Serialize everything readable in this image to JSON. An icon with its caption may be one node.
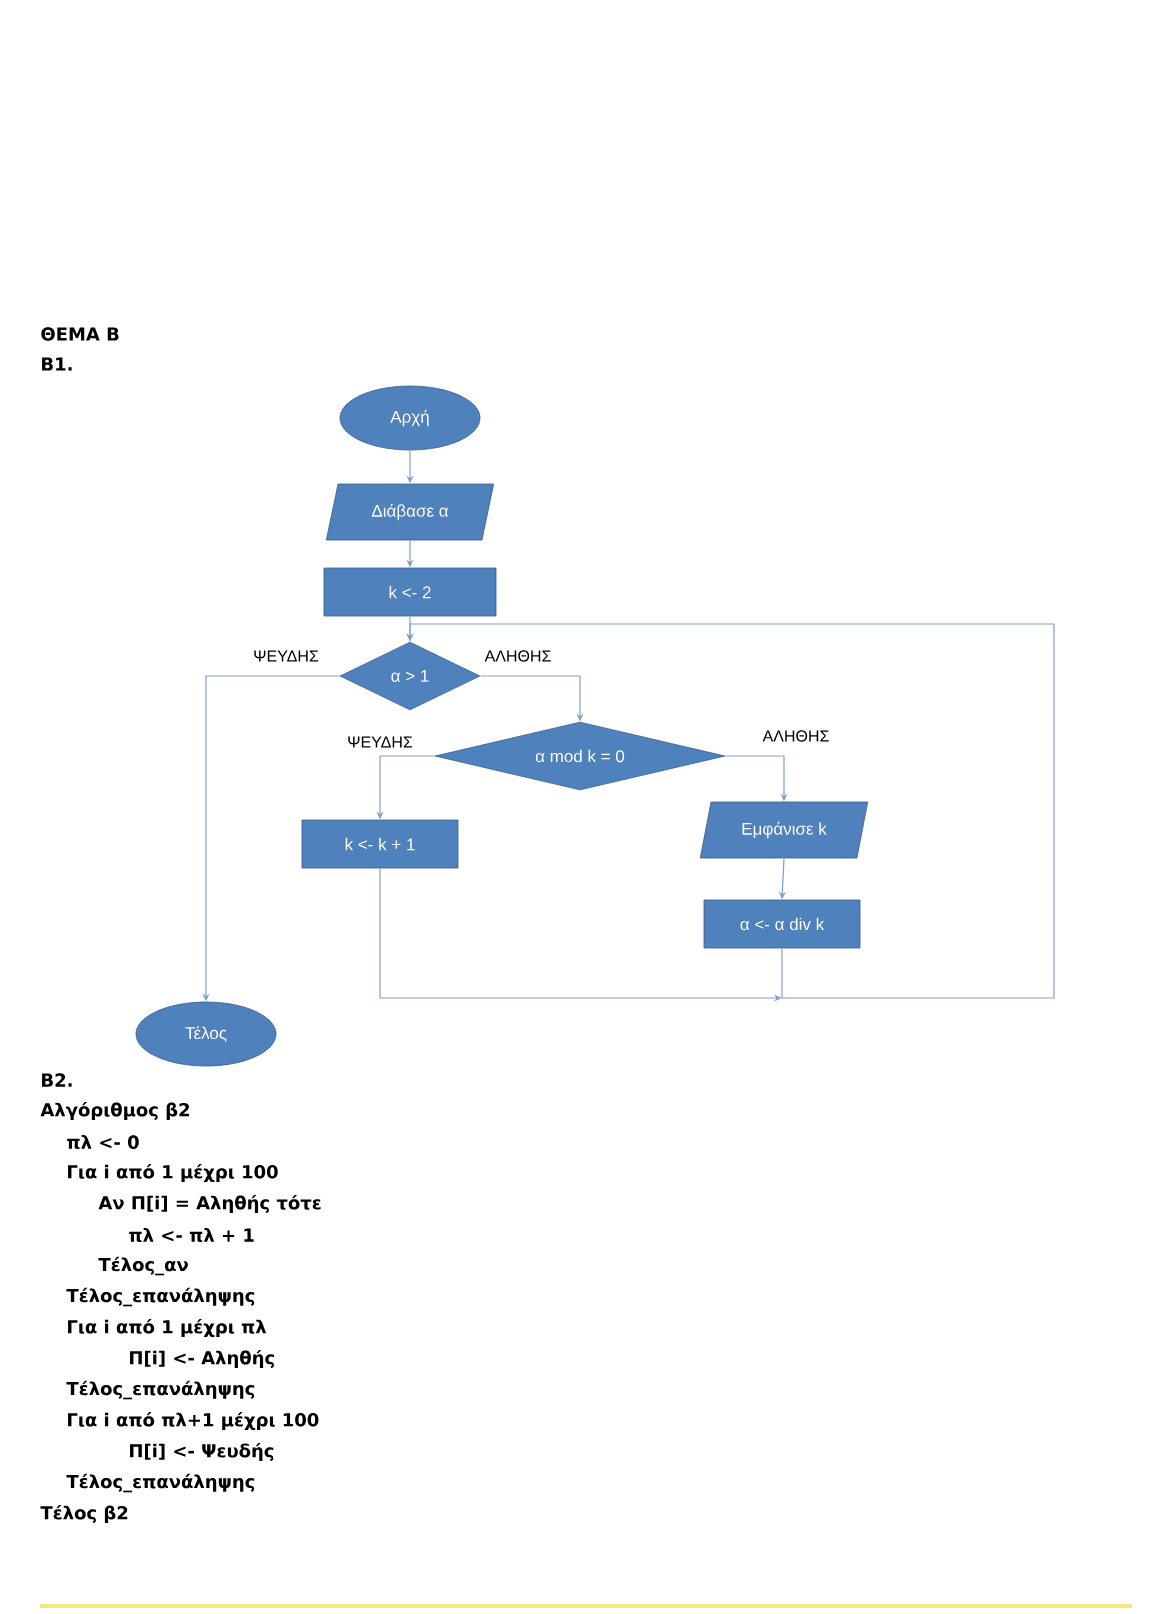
{
  "diagram": {
    "nodes": [
      {
        "text": [
          "Αρχή"
        ]
      },
      {
        "text": [
          "Διάβασε α"
        ]
      },
      {
        "text": [
          "k <- 2"
        ]
      },
      {
        "text": [
          "α > 1"
        ]
      },
      {
        "text": [
          "α mod k = 0"
        ]
      },
      {
        "text": [
          "k <- k + 1"
        ]
      },
      {
        "text": [
          "Εμφάνισε k"
        ]
      },
      {
        "text": [
          "α <- α div k"
        ]
      },
      {
        "text": [
          "Τέλος"
        ]
      }
    ],
    "edges": [
      {
        "from": 0,
        "to": 1,
        "arrow": "to"
      },
      {
        "from": 1,
        "to": 2,
        "arrow": "to"
      },
      {
        "from": 2,
        "to": 3,
        "arrow": "to"
      },
      {
        "from": 3,
        "to": 8,
        "arrow": "to",
        "label": "ΨΕΥΔΗΣ"
      },
      {
        "from": 3,
        "to": 4,
        "arrow": "to",
        "label": "ΑΛΗΘΗΣ"
      },
      {
        "from": 4,
        "to": 5,
        "arrow": "to",
        "label": "ΨΕΥΔΗΣ"
      },
      {
        "from": 4,
        "to": 6,
        "arrow": "to",
        "label": "ΑΛΗΘΗΣ"
      },
      {
        "from": 6,
        "to": 7,
        "arrow": "to"
      },
      {
        "from": 5,
        "to": 3,
        "arrow": "to"
      },
      {
        "from": 7,
        "to": 3,
        "arrow": "to"
      }
    ],
    "labels": [
      "ΘΕΜΑ Β",
      "Β1.",
      "Β2.",
      "Αλγόριθμος β2",
      "πλ <- 0",
      "Για i από 1 μέχρι 100",
      "Αν Π[i] = Αληθής τότε",
      "πλ <- πλ + 1",
      "Τέλος_αν",
      "Τέλος_επανάληψης",
      "Για i από 1 μέχρι πλ",
      "Π[i] <- Αληθής",
      "Τέλος_επανάληψης",
      "Για i από πλ+1 μέχρι 100",
      "Π[i] <- Ψευδής",
      "Τέλος_επανάληψης",
      "Τέλος β2"
    ]
  }
}
